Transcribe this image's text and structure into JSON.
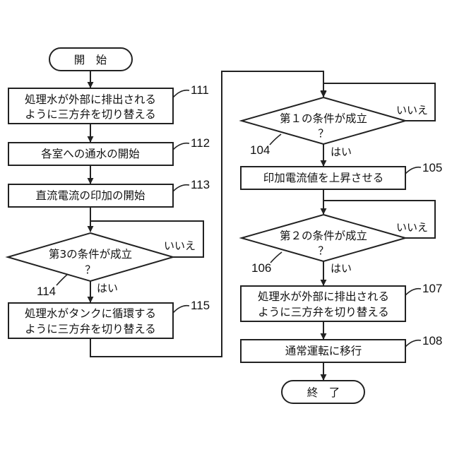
{
  "flowchart": {
    "start": "開　始",
    "end": "終　了",
    "steps": {
      "s111": {
        "line1": "処理水が外部に排出される",
        "line2": "ように三方弁を切り替える",
        "ref": "111"
      },
      "s112": {
        "text": "各室への通水の開始",
        "ref": "112"
      },
      "s113": {
        "text": "直流電流の印加の開始",
        "ref": "113"
      },
      "d114": {
        "line1": "第3の条件が成立",
        "line2": "？",
        "ref": "114",
        "yes": "はい",
        "no": "いいえ"
      },
      "s115": {
        "line1": "処理水がタンクに循環する",
        "line2": "ように三方弁を切り替える",
        "ref": "115"
      },
      "d104": {
        "line1": "第１の条件が成立",
        "line2": "？",
        "ref": "104",
        "yes": "はい",
        "no": "いいえ"
      },
      "s105": {
        "text": "印加電流値を上昇させる",
        "ref": "105"
      },
      "d106": {
        "line1": "第２の条件が成立",
        "line2": "？",
        "ref": "106",
        "yes": "はい",
        "no": "いいえ"
      },
      "s107": {
        "line1": "処理水が外部に排出される",
        "line2": "ように三方弁を切り替える",
        "ref": "107"
      },
      "s108": {
        "text": "通常運転に移行",
        "ref": "108"
      }
    }
  }
}
